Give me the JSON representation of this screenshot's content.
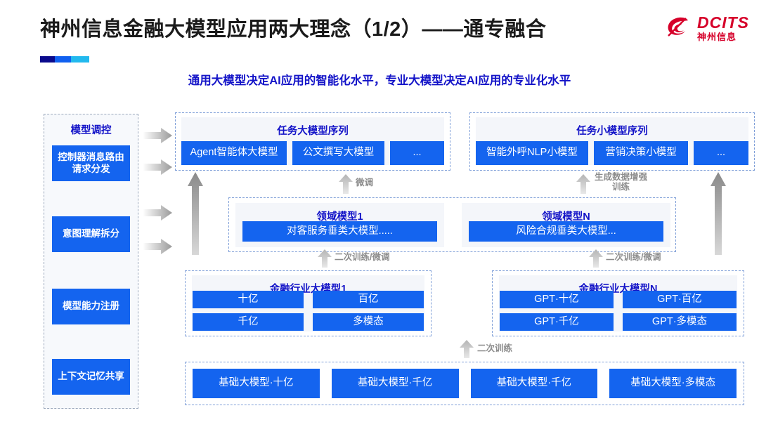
{
  "header": {
    "title": "神州信息金融大模型应用两大理念（1/2）——通专融合",
    "subtitle": "通用大模型决定AI应用的智能化水平，专业大模型决定AI应用的专业化水平",
    "logo_en": "DCITS",
    "logo_cn": "神州信息",
    "accent_colors": [
      "#0a0a8c",
      "#1060f0",
      "#22b9ee"
    ],
    "brand_red": "#d6002a",
    "title_blue": "#1414c8",
    "box_blue": "#1464ef"
  },
  "sidebar": {
    "title": "模型调控",
    "items": [
      {
        "label": "控制器消息路由请求分发"
      },
      {
        "label": "意图理解拆分"
      },
      {
        "label": "模型能力注册"
      },
      {
        "label": "上下文记忆共享"
      }
    ]
  },
  "task_big": {
    "title": "任务大模型序列",
    "boxes": [
      "Agent智能体大模型",
      "公文撰写大模型",
      "..."
    ]
  },
  "task_small": {
    "title": "任务小模型序列",
    "boxes": [
      "智能外呼NLP小模型",
      "营销决策小模型",
      "..."
    ]
  },
  "domain": {
    "left": {
      "title": "领域模型1",
      "box": "对客服务垂类大模型....."
    },
    "right": {
      "title": "领域模型N",
      "box": "风险合规垂类大模型..."
    }
  },
  "industry_left": {
    "title": "金融行业大模型1",
    "boxes": [
      "十亿",
      "百亿",
      "千亿",
      "多模态"
    ]
  },
  "industry_right": {
    "title": "金融行业大模型N",
    "boxes": [
      "GPT·十亿",
      "GPT·百亿",
      "GPT·千亿",
      "GPT·多模态"
    ]
  },
  "base": {
    "boxes": [
      "基础大模型·十亿",
      "基础大模型·千亿",
      "基础大模型·千亿",
      "基础大模型·多模态"
    ]
  },
  "arrow_labels": {
    "finetune": "微调",
    "data_aug": "生成数据增强\n训练",
    "retrain_finetune_left": "二次训练/微调",
    "retrain_finetune_right": "二次训练/微调",
    "retrain": "二次训练"
  }
}
